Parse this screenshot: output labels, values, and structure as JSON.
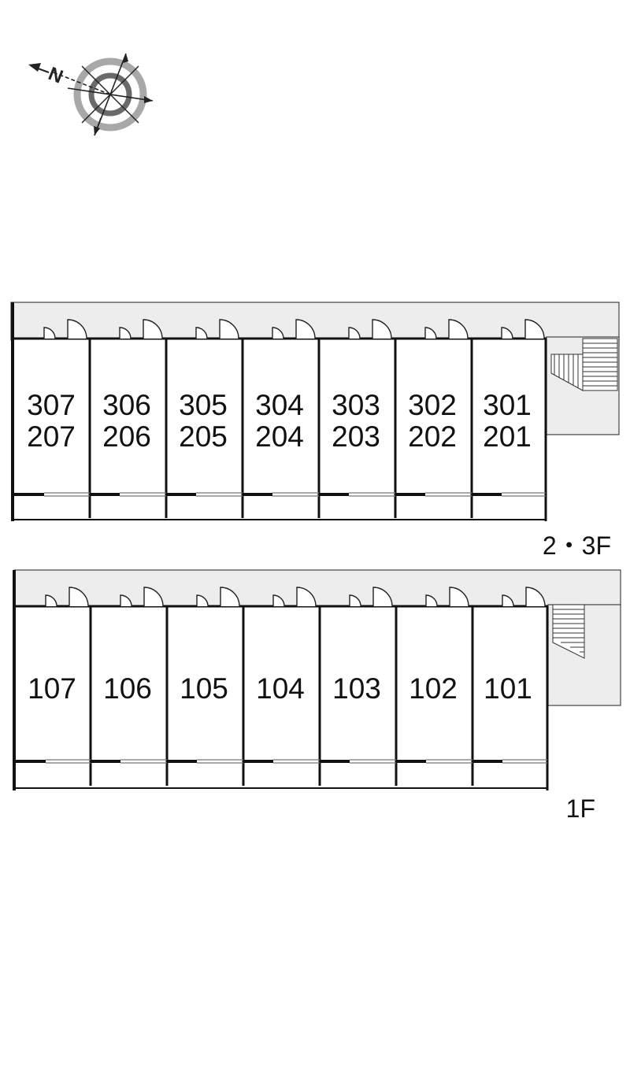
{
  "compass": {
    "north_label": "N"
  },
  "floors": [
    {
      "id": "upper",
      "label": "2・3F",
      "units": [
        {
          "top": "307",
          "bottom": "207"
        },
        {
          "top": "306",
          "bottom": "206"
        },
        {
          "top": "305",
          "bottom": "205"
        },
        {
          "top": "304",
          "bottom": "204"
        },
        {
          "top": "303",
          "bottom": "203"
        },
        {
          "top": "302",
          "bottom": "202"
        },
        {
          "top": "301",
          "bottom": "201"
        }
      ]
    },
    {
      "id": "ground",
      "label": "1F",
      "units": [
        {
          "top": "107"
        },
        {
          "top": "106"
        },
        {
          "top": "105"
        },
        {
          "top": "104"
        },
        {
          "top": "103"
        },
        {
          "top": "102"
        },
        {
          "top": "101"
        }
      ]
    }
  ],
  "colors": {
    "corridor": "#ededed",
    "wall": "#111111",
    "compass_ring": "#a8a8a8",
    "compass_ring_dark": "#6a6a6a"
  }
}
